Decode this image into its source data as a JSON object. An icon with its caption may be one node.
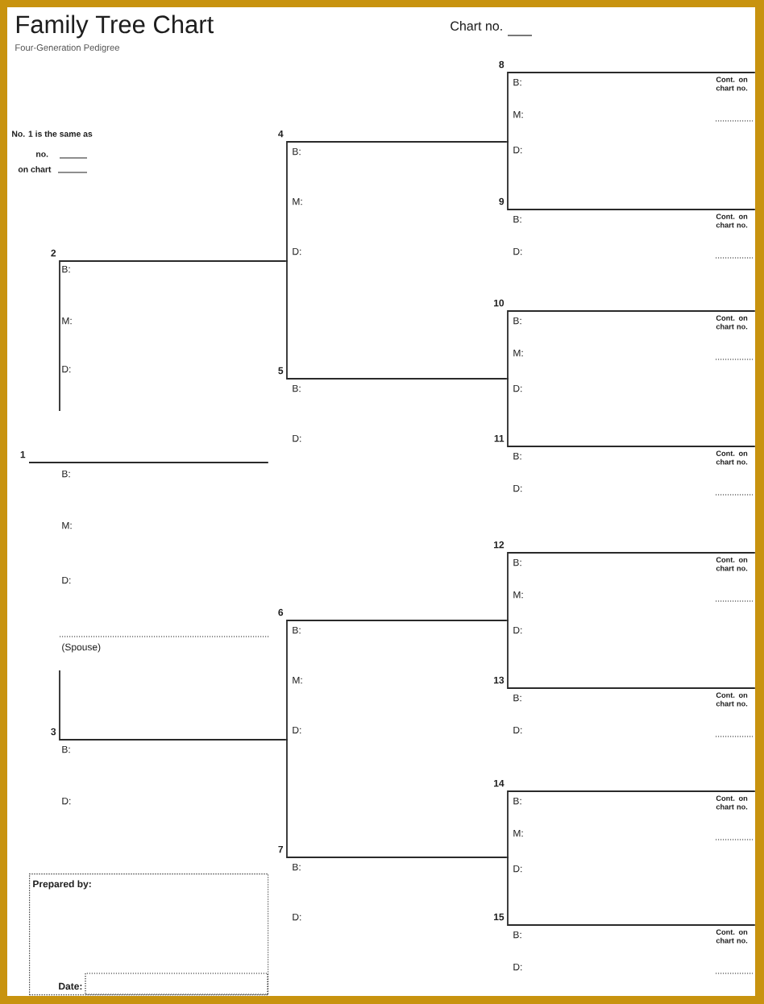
{
  "diagram": {
    "title": "Family Tree Chart",
    "nodes": [
      {
        "text": [
          "B:",
          "M:",
          "D:",
          "(Spouse)"
        ],
        "beside": [
          "1"
        ]
      },
      {
        "text": [
          "B:",
          "M:",
          "D:"
        ],
        "beside": [
          "2"
        ]
      },
      {
        "text": [
          "B:",
          "D:"
        ],
        "beside": [
          "3"
        ]
      },
      {
        "text": [
          "B:",
          "M:",
          "D:"
        ],
        "beside": [
          "4"
        ]
      },
      {
        "text": [
          "B:",
          "D:"
        ]
      },
      {
        "text": [
          "B:",
          "M:",
          "D:"
        ],
        "beside": [
          "6"
        ]
      },
      {
        "text": [
          "B:",
          "D:"
        ],
        "beside": [
          "7"
        ]
      },
      {
        "text": [
          "B:",
          "M:",
          "D:",
          "Cont. on chart no."
        ],
        "beside": [
          "8"
        ]
      },
      {
        "text": [
          "B:",
          "D:",
          "Cont. on chart no."
        ]
      },
      {
        "text": [
          "B:",
          "M:",
          "D:",
          "Cont. on chart no."
        ],
        "beside": [
          "10"
        ]
      },
      {
        "text": [
          "B:",
          "D:",
          "Cont. on chart no."
        ]
      },
      {
        "text": [
          "B:",
          "M:",
          "D:",
          "Cont. on chart no."
        ],
        "beside": [
          "12"
        ]
      },
      {
        "text": [
          "B:",
          "D:",
          "Cont. on chart no."
        ]
      },
      {
        "text": [
          "B:",
          "M:",
          "D:",
          "Cont. on chart no."
        ],
        "beside": [
          "14"
        ]
      },
      {
        "text": [
          "B:",
          "D:",
          "Cont. on chart no."
        ]
      },
      {
        "text": [
          "Prepared by:",
          "Date:"
        ]
      }
    ],
    "edges": [
      {
        "from": null,
        "to": 1,
        "arrow": "none"
      },
      {
        "from": 0,
        "to": 2,
        "arrow": "none"
      },
      {
        "from": 1,
        "to": 3,
        "arrow": "none"
      },
      {
        "from": 1,
        "to": 4,
        "arrow": "none"
      },
      {
        "from": 2,
        "to": 5,
        "arrow": "none"
      },
      {
        "from": 2,
        "to": 6,
        "arrow": "none"
      },
      {
        "from": 3,
        "to": 7,
        "arrow": "none"
      },
      {
        "from": 3,
        "to": 8,
        "arrow": "none"
      },
      {
        "from": 4,
        "to": 9,
        "arrow": "none"
      },
      {
        "from": 4,
        "to": 10,
        "arrow": "none"
      },
      {
        "from": 5,
        "to": 11,
        "arrow": "none"
      },
      {
        "from": 5,
        "to": 12,
        "arrow": "none"
      },
      {
        "from": 6,
        "to": 13,
        "arrow": "none"
      },
      {
        "from": 6,
        "to": 14,
        "arrow": "none"
      }
    ],
    "labels": [
      "Chart no.",
      "Four-Generation Pedigree",
      "No. 1 is the same as",
      "no.",
      "on chart",
      "9",
      "5",
      "11",
      "13",
      "15"
    ]
  }
}
